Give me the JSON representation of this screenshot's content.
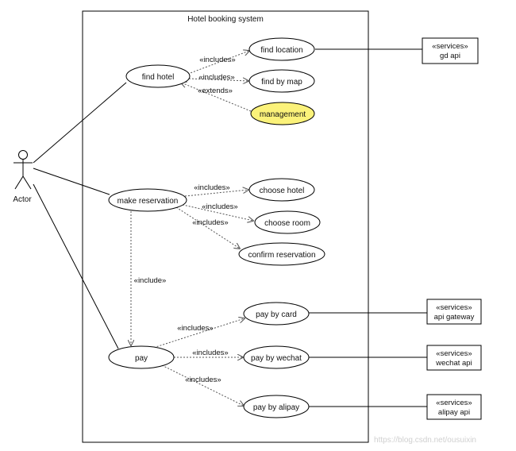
{
  "system": {
    "title": "Hotel booking system"
  },
  "actor": {
    "label": "Actor"
  },
  "use_cases": {
    "find_hotel": "find hotel",
    "find_location": "find location",
    "find_by_map": "find by map",
    "management": "management",
    "make_reservation": "make reservation",
    "choose_hotel": "choose hotel",
    "choose_room": "choose room",
    "confirm_reservation": "confirm reservation",
    "pay": "pay",
    "pay_by_card": "pay by card",
    "pay_by_wechat": "pay by wechat",
    "pay_by_alipay": "pay by alipay"
  },
  "relations": {
    "includes": "«includes»",
    "extends": "«extends»",
    "include": "«include»"
  },
  "services": {
    "stereotype": "«services»",
    "gd_api": "gd api",
    "api_gateway": "api gateway",
    "wechat_api": "wechat api",
    "alipay_api": "alipay api"
  },
  "colors": {
    "highlight": "#fbf27a"
  },
  "watermark": "https://blog.csdn.net/ousuixin"
}
